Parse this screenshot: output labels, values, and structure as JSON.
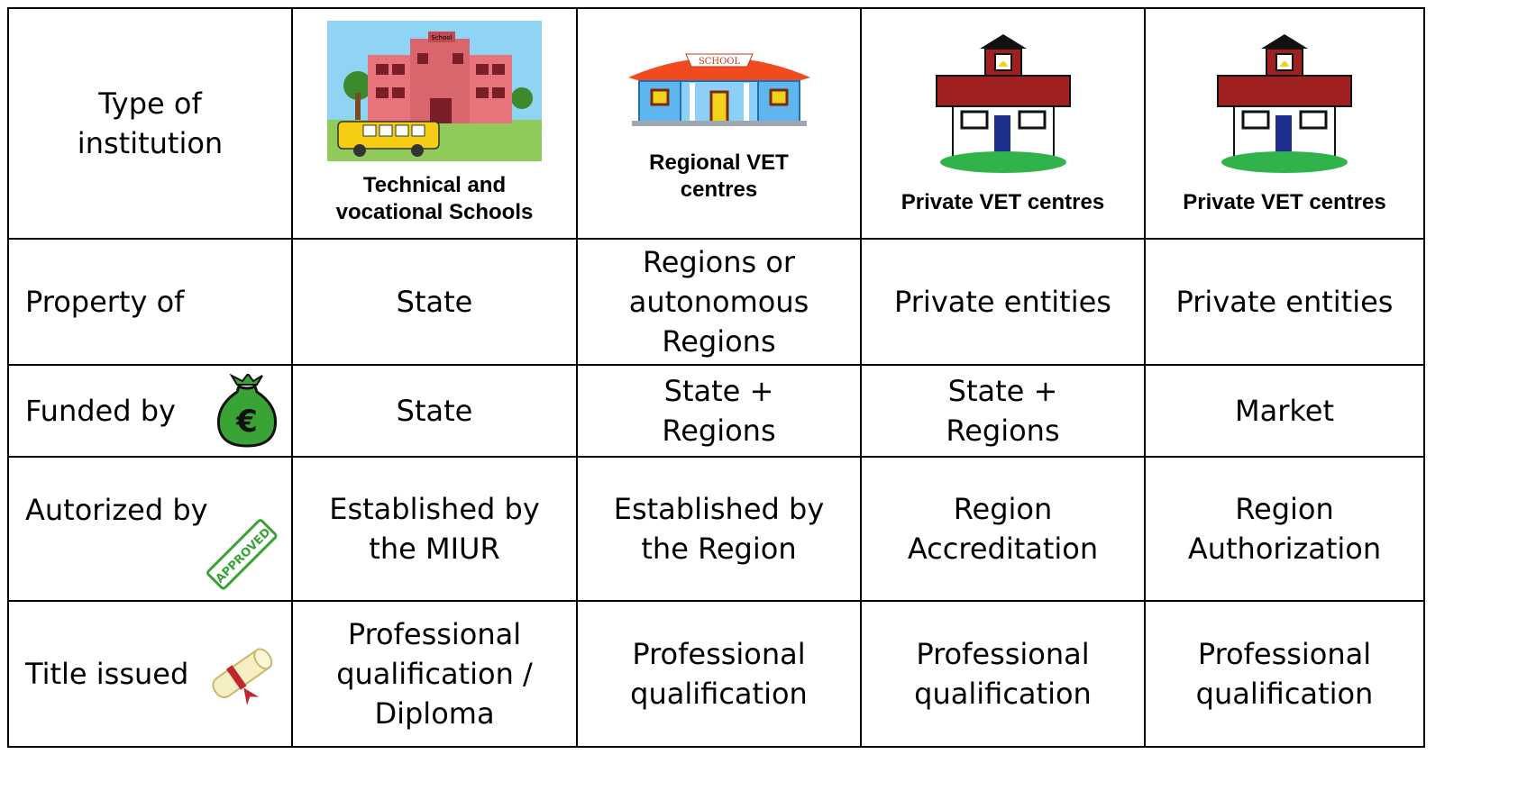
{
  "header": {
    "corner_label": "Type of institution",
    "columns": [
      {
        "label": "Technical and vocational Schools",
        "icon": "school-building-icon"
      },
      {
        "label": "Regional VET centres",
        "icon": "school-pavilion-icon"
      },
      {
        "label": "Private VET centres",
        "icon": "schoolhouse-icon"
      },
      {
        "label": "Private VET centres",
        "icon": "schoolhouse-icon"
      }
    ]
  },
  "rows": [
    {
      "label": "Property of",
      "icon": "",
      "cells": [
        "State",
        "Regions or autonomous Regions",
        "Private entities",
        "Private entities"
      ]
    },
    {
      "label": "Funded by",
      "icon": "money-bag-euro-icon",
      "cells": [
        "State",
        "State + Regions",
        "State + Regions",
        "Market"
      ]
    },
    {
      "label": "Autorized by",
      "icon": "approved-stamp-icon",
      "stamp_text": "APPROVED",
      "cells": [
        "Established by the MIUR",
        "Established by the Region",
        "Region Accreditation",
        "Region Authorization"
      ]
    },
    {
      "label": "Title issued",
      "icon": "diploma-scroll-icon",
      "cells": [
        "Professional qualification / Diploma",
        "Professional qualification",
        "Professional qualification",
        "Professional qualification"
      ]
    }
  ],
  "images": {
    "school_sign": "School",
    "pavilion_sign": "SCHOOL"
  },
  "colors": {
    "border": "#000000",
    "money_bag": "#3aa335",
    "stamp": "#3aa335",
    "roof": "#8b1a1a",
    "pavilion_roof": "#f04a1e"
  }
}
